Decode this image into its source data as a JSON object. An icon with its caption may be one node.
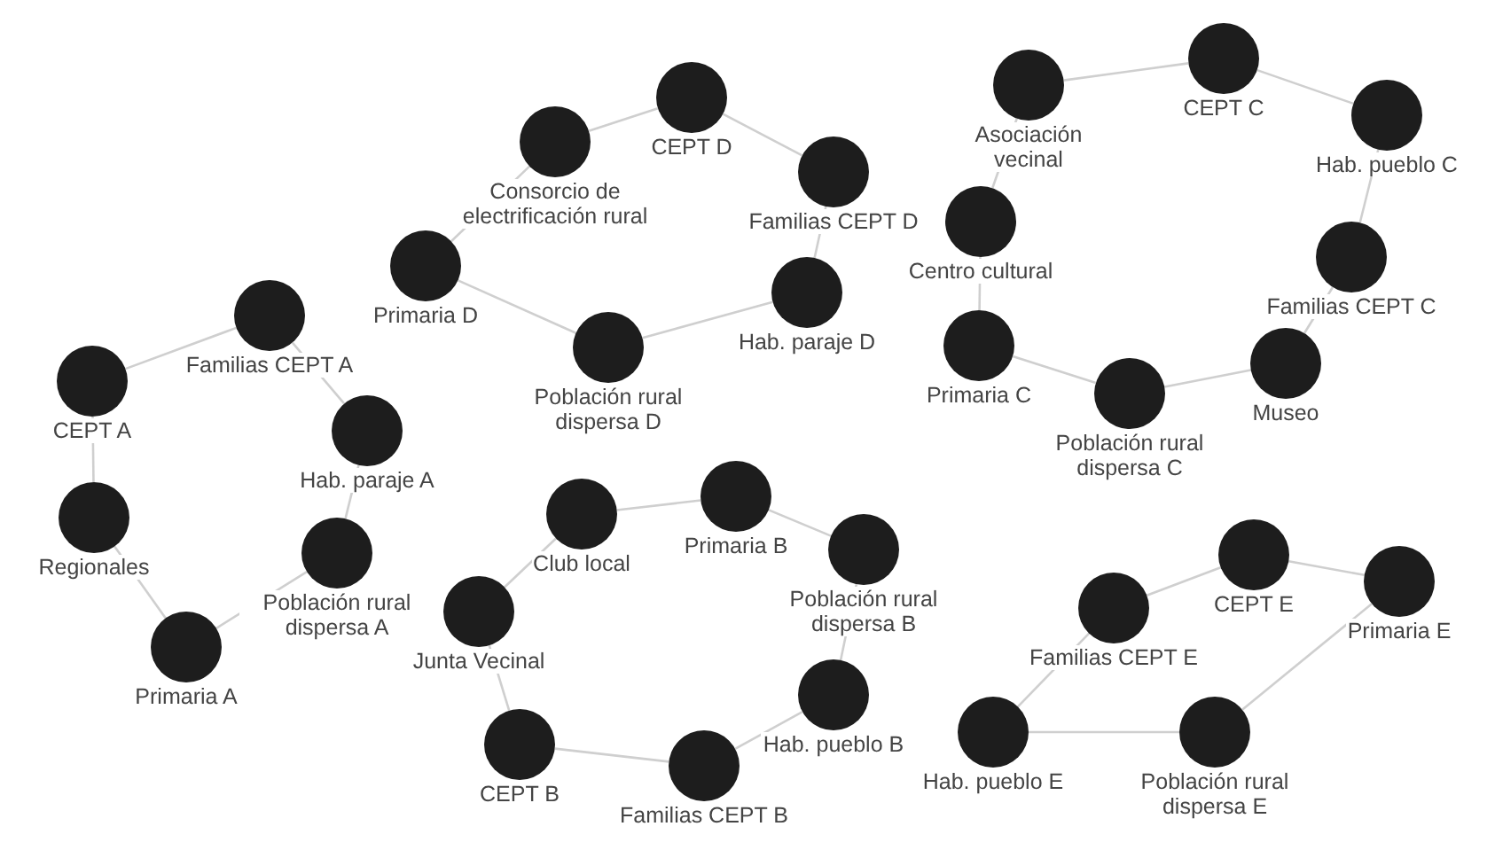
{
  "diagram": {
    "nodes": [
      {
        "text": [
          "CEPT A"
        ]
      },
      {
        "text": [
          "Familias CEPT A"
        ]
      },
      {
        "text": [
          "Hab. paraje A"
        ]
      },
      {
        "text": [
          "Población rural dispersa A"
        ]
      },
      {
        "text": [
          "Primaria A"
        ]
      },
      {
        "text": [
          "Regionales"
        ]
      },
      {
        "text": [
          "Consorcio de electrificación rural"
        ]
      },
      {
        "text": [
          "CEPT D"
        ]
      },
      {
        "text": [
          "Familias CEPT D"
        ]
      },
      {
        "text": [
          "Hab. paraje D"
        ]
      },
      {
        "text": [
          "Población rural dispersa D"
        ]
      },
      {
        "text": [
          "Primaria D"
        ]
      },
      {
        "text": [
          "Asociación vecinal"
        ]
      },
      {
        "text": [
          "CEPT C"
        ]
      },
      {
        "text": [
          "Hab. pueblo C"
        ]
      },
      {
        "text": [
          "Familias CEPT C"
        ]
      },
      {
        "text": [
          "Museo"
        ]
      },
      {
        "text": [
          "Población rural dispersa C"
        ]
      },
      {
        "text": [
          "Primaria C"
        ]
      },
      {
        "text": [
          "Centro cultural"
        ]
      },
      {
        "text": [
          "Club local"
        ]
      },
      {
        "text": [
          "Primaria B"
        ]
      },
      {
        "text": [
          "Población rural dispersa B"
        ]
      },
      {
        "text": [
          "Hab. pueblo B"
        ]
      },
      {
        "text": [
          "Familias CEPT B"
        ]
      },
      {
        "text": [
          "CEPT B"
        ]
      },
      {
        "text": [
          "Junta Vecinal"
        ]
      },
      {
        "text": [
          "Familias CEPT E"
        ]
      },
      {
        "text": [
          "CEPT E"
        ]
      },
      {
        "text": [
          "Primaria E"
        ]
      },
      {
        "text": [
          "Población rural dispersa E"
        ]
      },
      {
        "text": [
          "Hab. pueblo E"
        ]
      }
    ],
    "edges": [
      {
        "from": 0,
        "to": 1,
        "arrow": "none"
      },
      {
        "from": 1,
        "to": 2,
        "arrow": "none"
      },
      {
        "from": 2,
        "to": 3,
        "arrow": "none"
      },
      {
        "from": 3,
        "to": 4,
        "arrow": "none"
      },
      {
        "from": 4,
        "to": 5,
        "arrow": "none"
      },
      {
        "from": 5,
        "to": 0,
        "arrow": "none"
      },
      {
        "from": 6,
        "to": 7,
        "arrow": "none"
      },
      {
        "from": 7,
        "to": 8,
        "arrow": "none"
      },
      {
        "from": 8,
        "to": 9,
        "arrow": "none"
      },
      {
        "from": 9,
        "to": 10,
        "arrow": "none"
      },
      {
        "from": 10,
        "to": 11,
        "arrow": "none"
      },
      {
        "from": 11,
        "to": 6,
        "arrow": "none"
      },
      {
        "from": 12,
        "to": 13,
        "arrow": "none"
      },
      {
        "from": 13,
        "to": 14,
        "arrow": "none"
      },
      {
        "from": 14,
        "to": 15,
        "arrow": "none"
      },
      {
        "from": 15,
        "to": 16,
        "arrow": "none"
      },
      {
        "from": 16,
        "to": 17,
        "arrow": "none"
      },
      {
        "from": 17,
        "to": 18,
        "arrow": "none"
      },
      {
        "from": 18,
        "to": 19,
        "arrow": "none"
      },
      {
        "from": 19,
        "to": 12,
        "arrow": "none"
      },
      {
        "from": 20,
        "to": 21,
        "arrow": "none"
      },
      {
        "from": 21,
        "to": 22,
        "arrow": "none"
      },
      {
        "from": 22,
        "to": 23,
        "arrow": "none"
      },
      {
        "from": 23,
        "to": 24,
        "arrow": "none"
      },
      {
        "from": 24,
        "to": 25,
        "arrow": "none"
      },
      {
        "from": 25,
        "to": 26,
        "arrow": "none"
      },
      {
        "from": 26,
        "to": 20,
        "arrow": "none"
      },
      {
        "from": 27,
        "to": 28,
        "arrow": "none"
      },
      {
        "from": 28,
        "to": 29,
        "arrow": "none"
      },
      {
        "from": 29,
        "to": 30,
        "arrow": "none"
      },
      {
        "from": 30,
        "to": 31,
        "arrow": "none"
      },
      {
        "from": 31,
        "to": 27,
        "arrow": "none"
      }
    ]
  }
}
